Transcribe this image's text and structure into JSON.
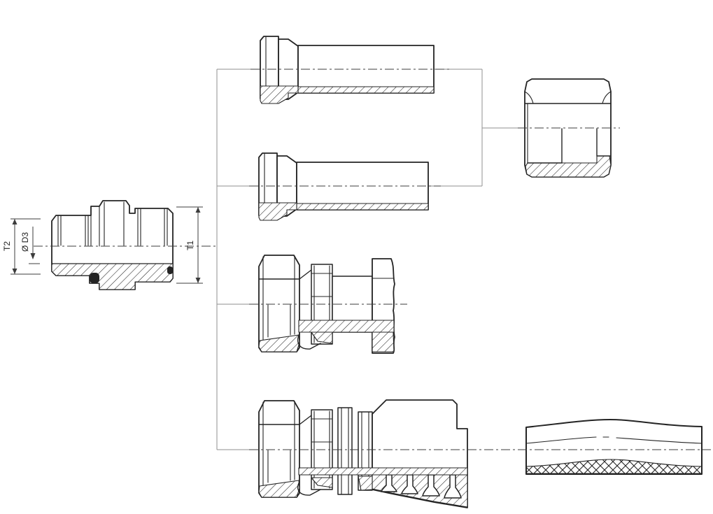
{
  "diagram": {
    "type": "technical-line-drawing",
    "description": "Hydraulic male stud adapter shown with four mating connection options: two standpipe tube stubs (joined by a union hex nut), a female swivel straight fitting, and a crimp hose fitting joined to a hose section",
    "dimension_labels": {
      "t2": "T2",
      "d3": "Ø D3",
      "t1": "T1"
    },
    "parts": [
      {
        "name": "male-stud-adapter"
      },
      {
        "name": "standpipe-tube-stub-top"
      },
      {
        "name": "standpipe-tube-stub-middle"
      },
      {
        "name": "union-hex-nut"
      },
      {
        "name": "female-swivel-straight-fitting"
      },
      {
        "name": "crimp-hose-fitting"
      },
      {
        "name": "hose-section"
      }
    ],
    "colors": {
      "background": "#ffffff",
      "line": "#242424",
      "connector": "#8f8f8f",
      "dimension": "#3c3c3c"
    }
  }
}
